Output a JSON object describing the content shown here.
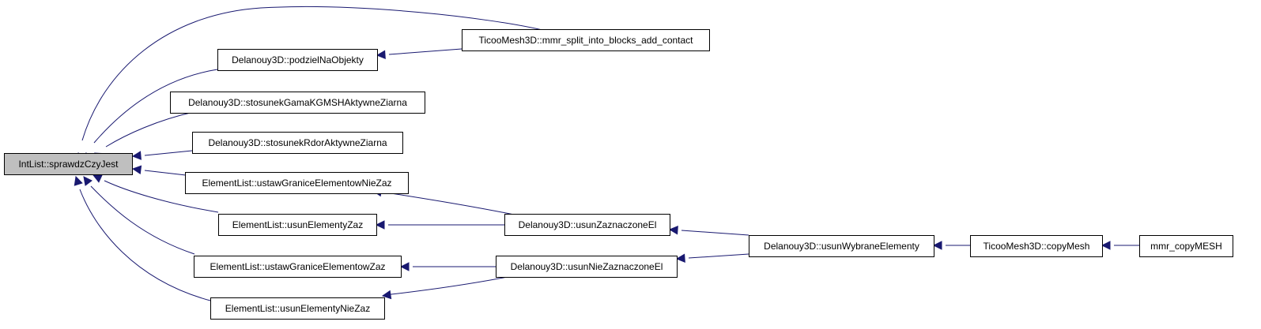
{
  "colors": {
    "edge": "#191970",
    "node_border": "#000000",
    "root_fill": "#bfbfbf",
    "node_fill": "#ffffff"
  },
  "nodes": {
    "root": {
      "label": "IntList::sprawdzCzyJest"
    },
    "mmr_split": {
      "label": "TicooMesh3D::mmr_split_into_blocks_add_contact"
    },
    "podziel": {
      "label": "Delanouy3D::podzielNaObjekty"
    },
    "gama": {
      "label": "Delanouy3D::stosunekGamaKGMSHAktywneZiarna"
    },
    "rdor": {
      "label": "Delanouy3D::stosunekRdorAktywneZiarna"
    },
    "ustaw_nie": {
      "label": "ElementList::ustawGraniceElementowNieZaz"
    },
    "usun_zaz": {
      "label": "ElementList::usunElementyZaz"
    },
    "ustaw_zaz": {
      "label": "ElementList::ustawGraniceElementowZaz"
    },
    "usun_nie": {
      "label": "ElementList::usunElementyNieZaz"
    },
    "usun_zaznaczone": {
      "label": "Delanouy3D::usunZaznaczoneEl"
    },
    "usun_niezaznaczone": {
      "label": "Delanouy3D::usunNieZaznaczoneEl"
    },
    "usun_wybrane": {
      "label": "Delanouy3D::usunWybraneElementy"
    },
    "copymesh": {
      "label": "TicooMesh3D::copyMesh"
    },
    "mmr_copy": {
      "label": "mmr_copyMESH"
    }
  },
  "edges": [
    {
      "from": "mmr_split",
      "to": "root"
    },
    {
      "from": "podziel",
      "to": "root"
    },
    {
      "from": "mmr_split",
      "to": "podziel"
    },
    {
      "from": "gama",
      "to": "root"
    },
    {
      "from": "rdor",
      "to": "root"
    },
    {
      "from": "ustaw_nie",
      "to": "root"
    },
    {
      "from": "usun_zaz",
      "to": "root"
    },
    {
      "from": "ustaw_zaz",
      "to": "root"
    },
    {
      "from": "usun_nie",
      "to": "root"
    },
    {
      "from": "usun_zaznaczone",
      "to": "ustaw_nie"
    },
    {
      "from": "usun_zaznaczone",
      "to": "usun_zaz"
    },
    {
      "from": "usun_niezaznaczone",
      "to": "ustaw_zaz"
    },
    {
      "from": "usun_niezaznaczone",
      "to": "usun_nie"
    },
    {
      "from": "usun_wybrane",
      "to": "usun_zaznaczone"
    },
    {
      "from": "usun_wybrane",
      "to": "usun_niezaznaczone"
    },
    {
      "from": "copymesh",
      "to": "usun_wybrane"
    },
    {
      "from": "mmr_copy",
      "to": "copymesh"
    }
  ]
}
